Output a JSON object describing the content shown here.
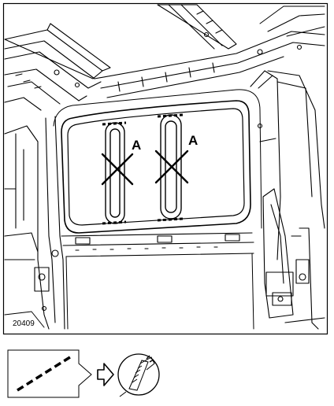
{
  "labels": {
    "part_left": "A",
    "part_right": "A"
  },
  "reference_number": "20409",
  "legend": {
    "symbols": [
      "dashed-weld-line-icon",
      "arrow-right-icon",
      "detail-magnifier-icon"
    ]
  }
}
